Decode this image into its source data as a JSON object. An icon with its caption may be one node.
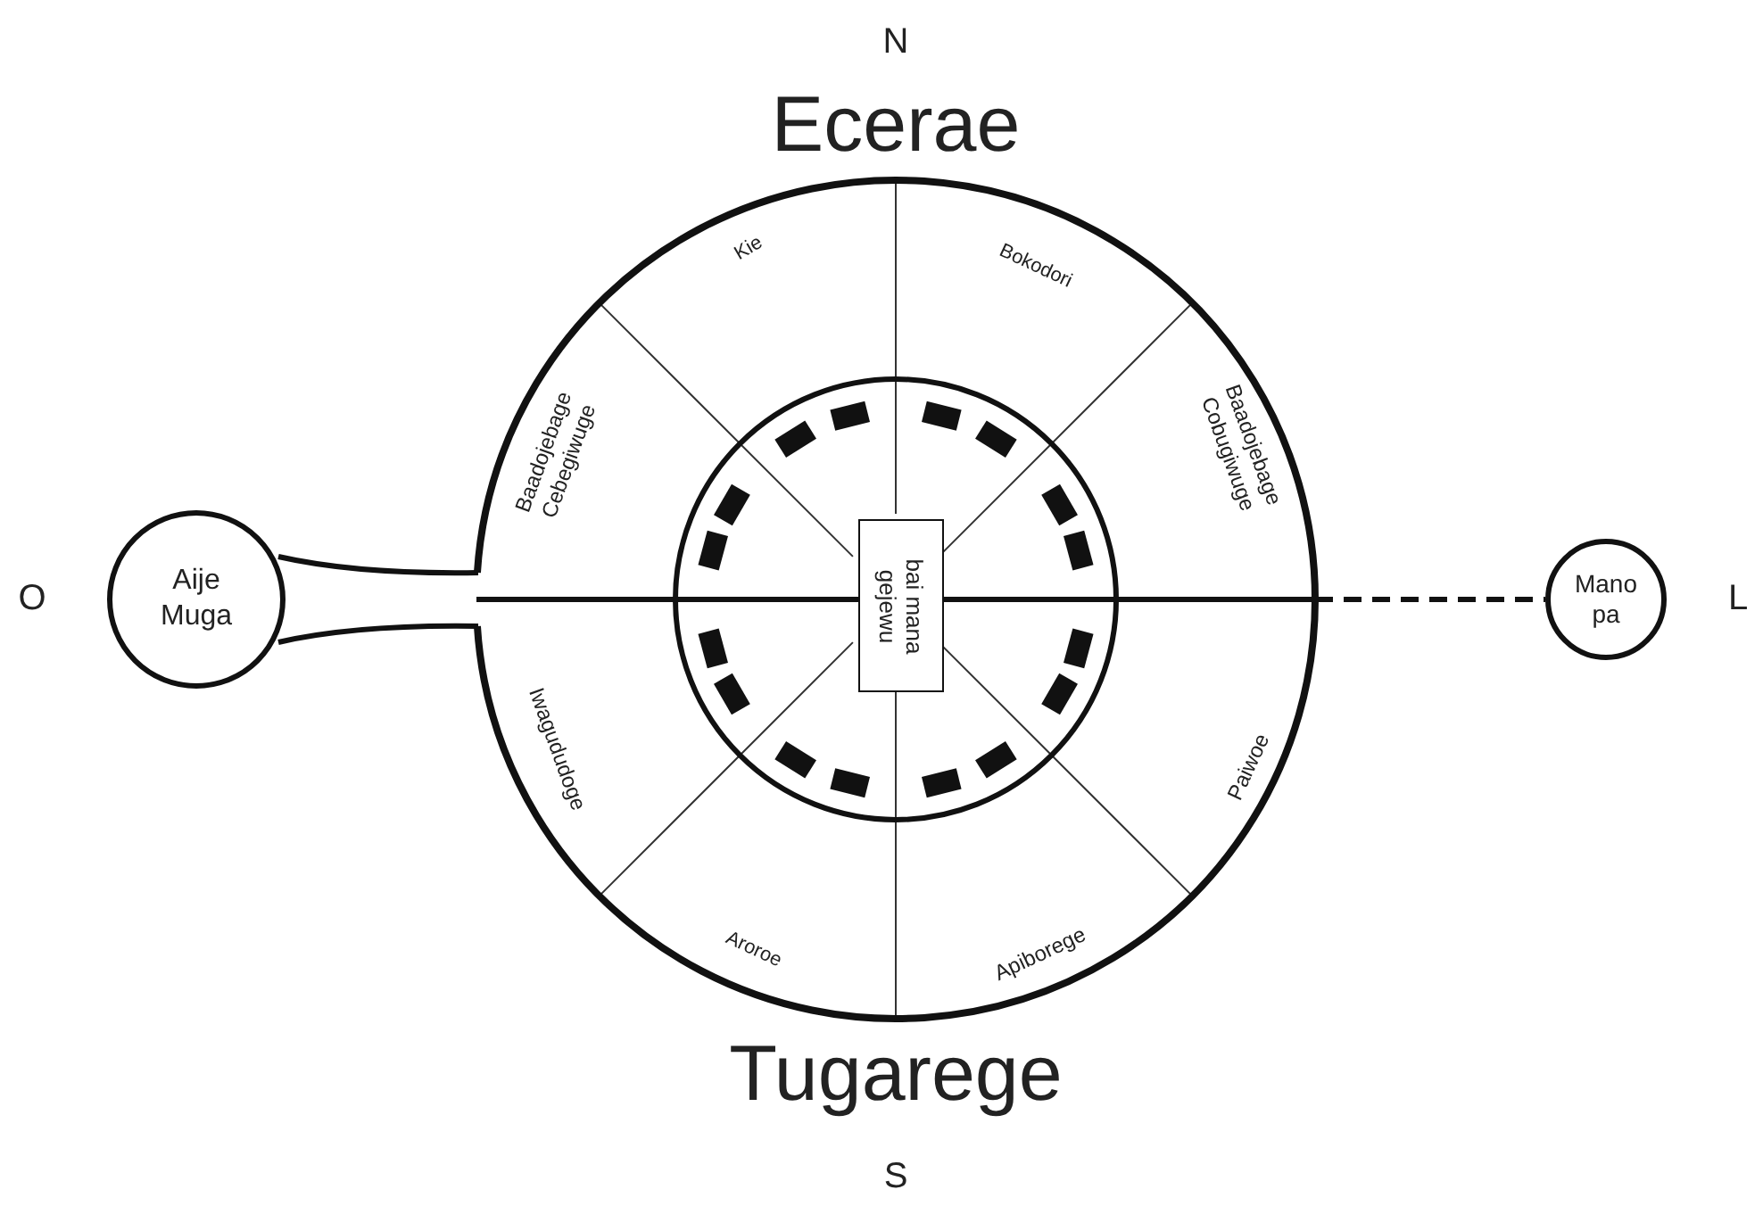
{
  "diagram": {
    "nodes": [
      {
        "text": [],
        "shape": "circle"
      },
      {
        "text": [],
        "shape": "circle",
        "in": 0
      },
      {
        "text": [
          "bai mana gejewu"
        ],
        "in": 1
      },
      {
        "text": [
          "Aije Muga"
        ]
      },
      {
        "text": [
          "Mano pa"
        ]
      }
    ],
    "edges": [
      {
        "from": 0,
        "to": 3,
        "arrow": "none"
      },
      {
        "from": 0,
        "to": 4,
        "arrow": "none",
        "style": "dashed"
      }
    ],
    "labels": [
      "N",
      "Ecerae",
      "Kie",
      "Bokodori",
      "Baadojebage Cebegiwuge",
      "Baadojebage Cobugiwuge",
      "O",
      "L",
      "Iwagududoge",
      "Paiwoe",
      "Aroroe",
      "Apiborege",
      "Tugarege",
      "S"
    ]
  }
}
